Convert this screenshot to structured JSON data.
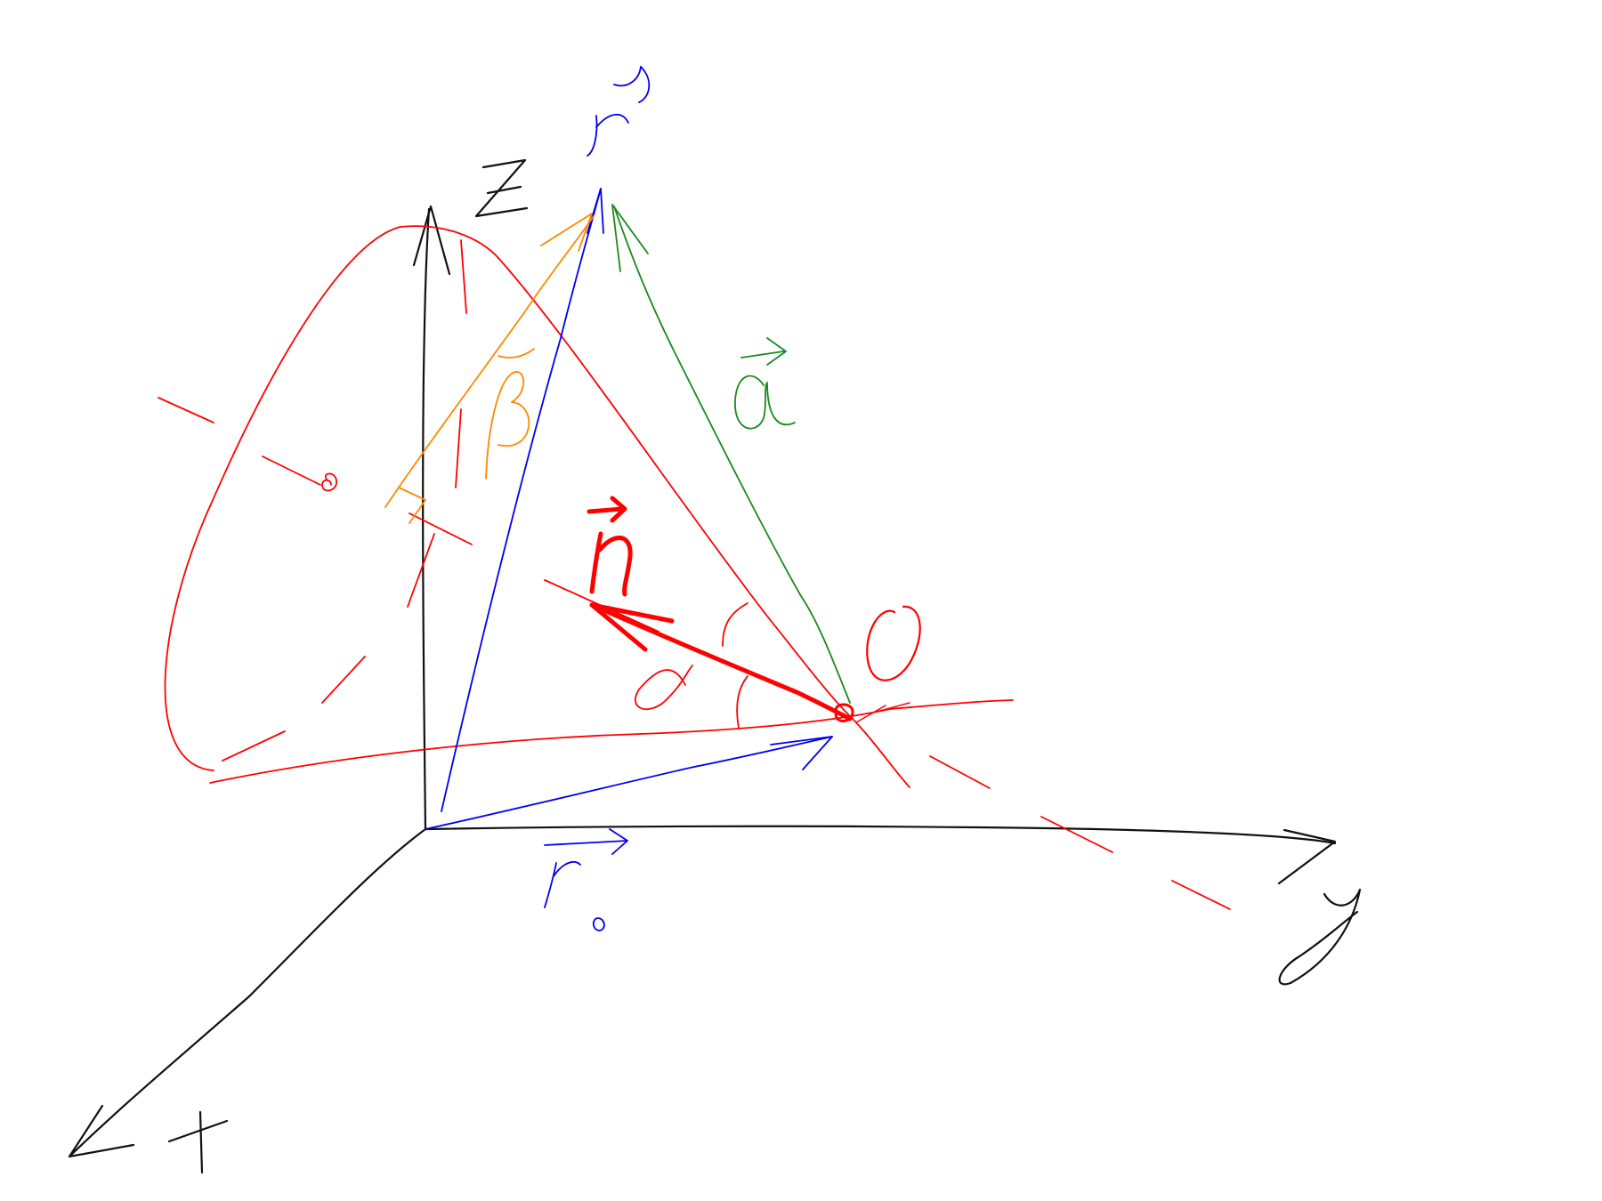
{
  "colors": {
    "axes": "#111111",
    "cone": "#ff0000",
    "normal": "#ff0000",
    "r_vectors": "#0000ee",
    "a_vector": "#1a8a1a",
    "b_vector": "#ff8800",
    "background": "#ffffff"
  },
  "labels": {
    "axis_z": "z",
    "axis_y": "y",
    "axis_x": "x",
    "r": "r",
    "r0": "r",
    "r0_sub": "0",
    "a": "a",
    "b": "β",
    "n": "n",
    "alpha": "α",
    "origin": "O"
  },
  "icons": {
    "vector_arrow": "right-arrow-over-letter"
  }
}
